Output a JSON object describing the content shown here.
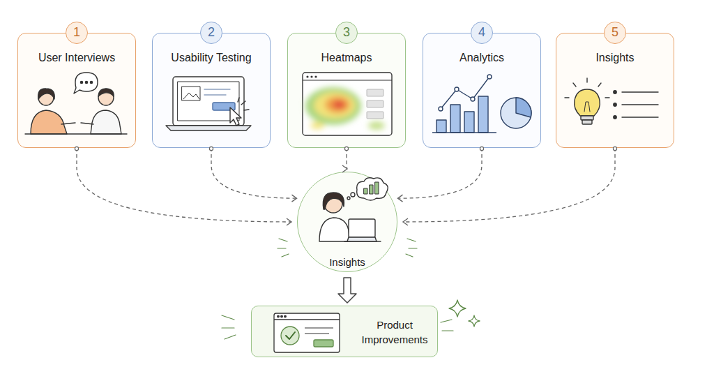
{
  "diagram": {
    "nodes": [
      {
        "text": [
          "1",
          "User Interviews"
        ]
      },
      {
        "text": [
          "2",
          "Usability Testing"
        ]
      },
      {
        "text": [
          "3",
          "Heatmaps"
        ]
      },
      {
        "text": [
          "4",
          "Analytics"
        ]
      },
      {
        "text": [
          "5",
          "Insights"
        ]
      },
      {
        "text": [
          "Insights"
        ]
      },
      {
        "text": [
          "Product Improvements"
        ]
      }
    ],
    "edges": [
      {
        "from": 0,
        "to": 5,
        "arrow": "to"
      },
      {
        "from": 1,
        "to": 5,
        "arrow": "to"
      },
      {
        "from": 2,
        "to": 5,
        "arrow": "to"
      },
      {
        "from": 3,
        "to": 5,
        "arrow": "to"
      },
      {
        "from": 4,
        "to": 5,
        "arrow": "to"
      },
      {
        "from": 5,
        "to": 6,
        "arrow": "to"
      }
    ]
  }
}
